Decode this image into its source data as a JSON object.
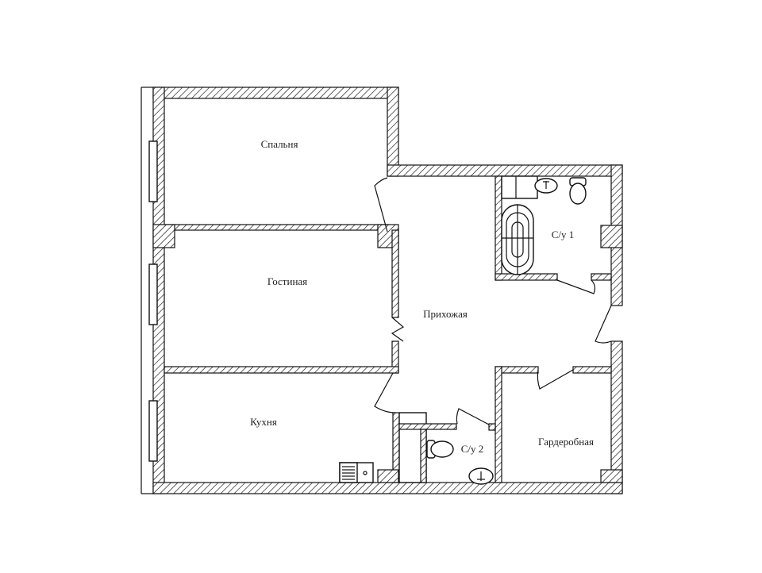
{
  "rooms": {
    "bedroom": "Спальня",
    "living_room": "Гостиная",
    "hallway": "Прихожая",
    "kitchen": "Кухня",
    "bathroom_1": "С/у 1",
    "bathroom_2": "С/у 2",
    "wardrobe": "Гардеробная"
  },
  "colors": {
    "lines": "#111111",
    "background": "#ffffff"
  }
}
